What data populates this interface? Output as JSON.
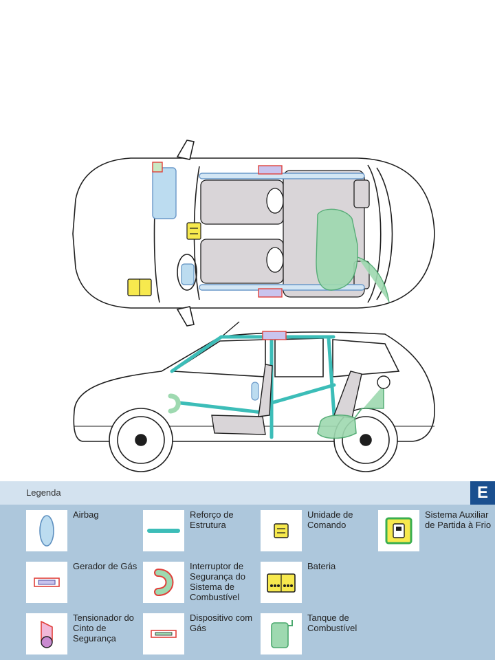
{
  "legend": {
    "title": "Legenda",
    "badge": "E",
    "items": [
      {
        "key": "airbag",
        "label": "Airbag"
      },
      {
        "key": "structure",
        "label": "Reforço de Estrutura"
      },
      {
        "key": "control_unit",
        "label": "Unidade de Comando"
      },
      {
        "key": "cold_start",
        "label": "Sistema Auxiliar de Partida à Frio"
      },
      {
        "key": "gas_generator",
        "label": "Gerador de Gás"
      },
      {
        "key": "fuel_switch",
        "label": "Interruptor de Segurança do Sistema de Combustível"
      },
      {
        "key": "battery",
        "label": "Bateria"
      },
      {
        "key": "belt_tensioner",
        "label": "Tensionador do Cinto de Segurança"
      },
      {
        "key": "gas_device",
        "label": "Dispositivo com Gás"
      },
      {
        "key": "fuel_tank",
        "label": "Tanque de Combustível"
      }
    ]
  },
  "colors": {
    "airbag": "#bcdcf0",
    "structure": "#3cbdb8",
    "fuel": "#9ed9b0",
    "gas_generator": "#c9c4ee",
    "battery": "#f7e94e",
    "highlight_red": "#e0403a",
    "legend_band": "#d3e2ef",
    "legend_body": "#adc7dc",
    "badge": "#1a4f8f"
  }
}
